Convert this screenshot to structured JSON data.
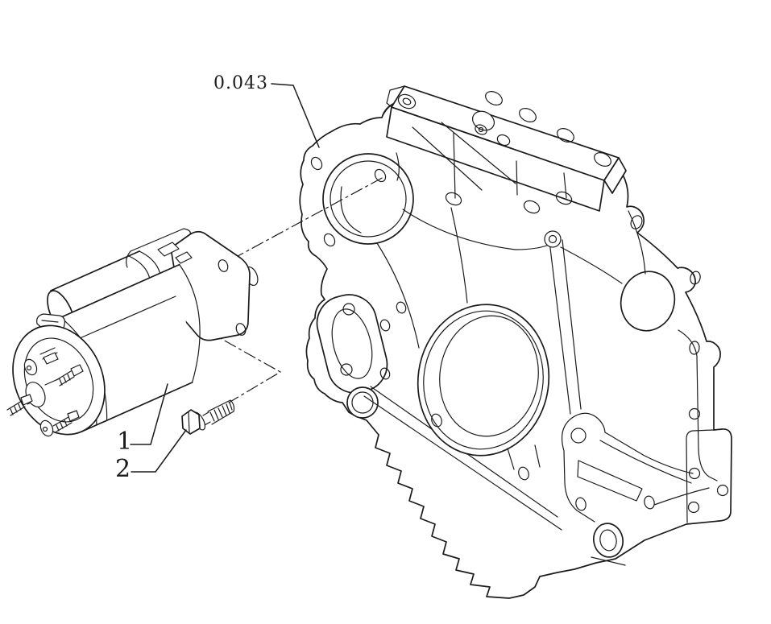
{
  "figure": {
    "background": "#ffffff",
    "line_color": "#1b1b1b"
  },
  "callouts": {
    "ref": {
      "label": "0.043"
    },
    "item1": {
      "label": "1"
    },
    "item2": {
      "label": "2"
    }
  }
}
